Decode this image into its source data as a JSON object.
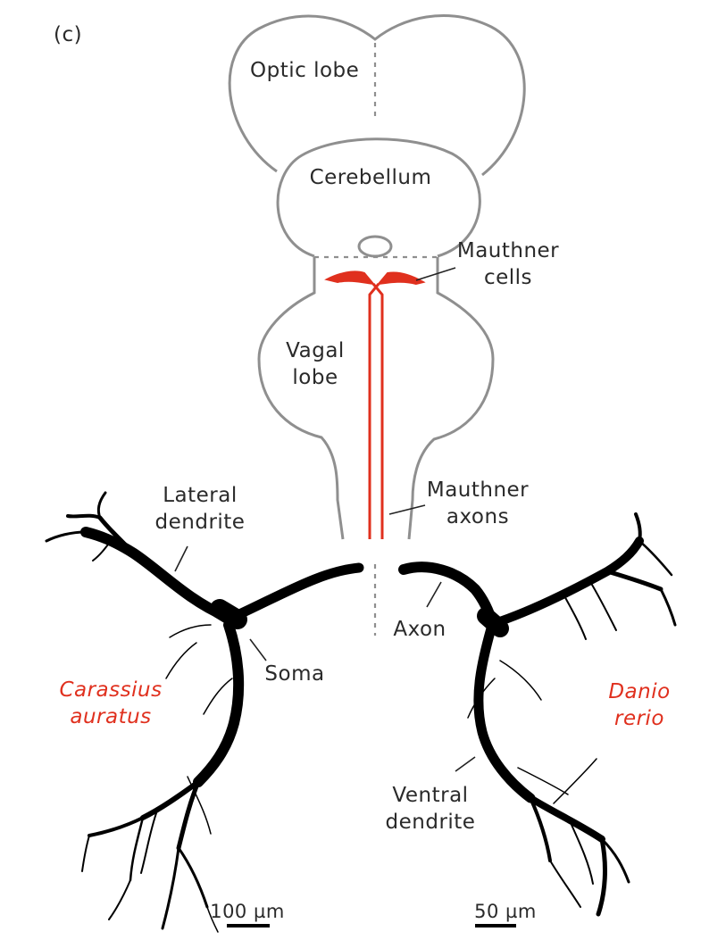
{
  "panel_label": "(c)",
  "brain_labels": {
    "optic_lobe": "Optic lobe",
    "cerebellum": "Cerebellum",
    "mauthner_cells": [
      "Mauthner",
      "cells"
    ],
    "vagal_lobe": [
      "Vagal",
      "lobe"
    ],
    "mauthner_axons": [
      "Mauthner",
      "axons"
    ]
  },
  "neuron_labels": {
    "lateral_dendrite": [
      "Lateral",
      "dendrite"
    ],
    "soma": "Soma",
    "axon": "Axon",
    "ventral_dendrite": [
      "Ventral",
      "dendrite"
    ]
  },
  "species": {
    "left": [
      "Carassius",
      "auratus"
    ],
    "right": [
      "Danio",
      "rerio"
    ]
  },
  "scale_bars": {
    "left": "100 µm",
    "right": "50 µm"
  },
  "colors": {
    "outline": "#8f8f8f",
    "mauthner": "#e0301e",
    "species_label": "#e0301e",
    "neuron": "#000000"
  }
}
